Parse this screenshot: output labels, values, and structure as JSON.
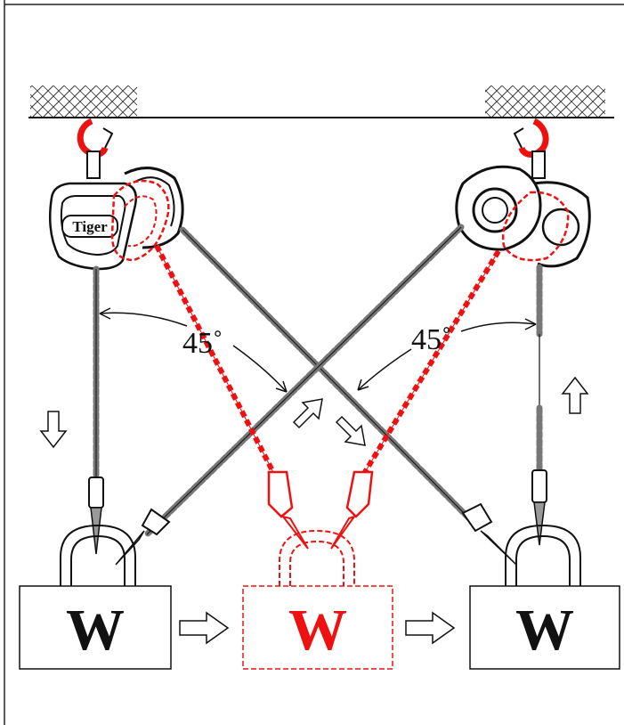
{
  "angles": {
    "left": "45˚",
    "right": "45˚"
  },
  "hoist": {
    "brand": "Tiger"
  },
  "loads": [
    {
      "label": "W",
      "state": "start",
      "color": "#111111"
    },
    {
      "label": "W",
      "state": "transfer",
      "color": "#ee1111"
    },
    {
      "label": "W",
      "state": "end",
      "color": "#111111"
    }
  ],
  "colors": {
    "ink": "#111111",
    "accent": "#ee1111",
    "chain": "#777777"
  },
  "icons": {
    "arrow_down": "arrow-down-icon",
    "arrow_up": "arrow-up-icon",
    "arrow_right": "arrow-right-icon",
    "arrow_diag_up": "arrow-up-right-icon",
    "arrow_diag_down": "arrow-down-right-icon"
  }
}
